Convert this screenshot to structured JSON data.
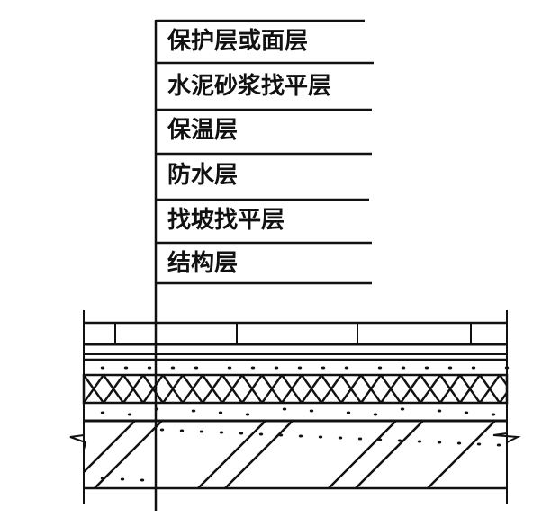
{
  "layers": [
    {
      "label": "保护层或面层"
    },
    {
      "label": "水泥砂浆找平层"
    },
    {
      "label": "保温层"
    },
    {
      "label": "防水层"
    },
    {
      "label": "找坡找平层"
    },
    {
      "label": "结构层"
    }
  ],
  "colors": {
    "ink": "#111111",
    "background": "#ffffff"
  }
}
